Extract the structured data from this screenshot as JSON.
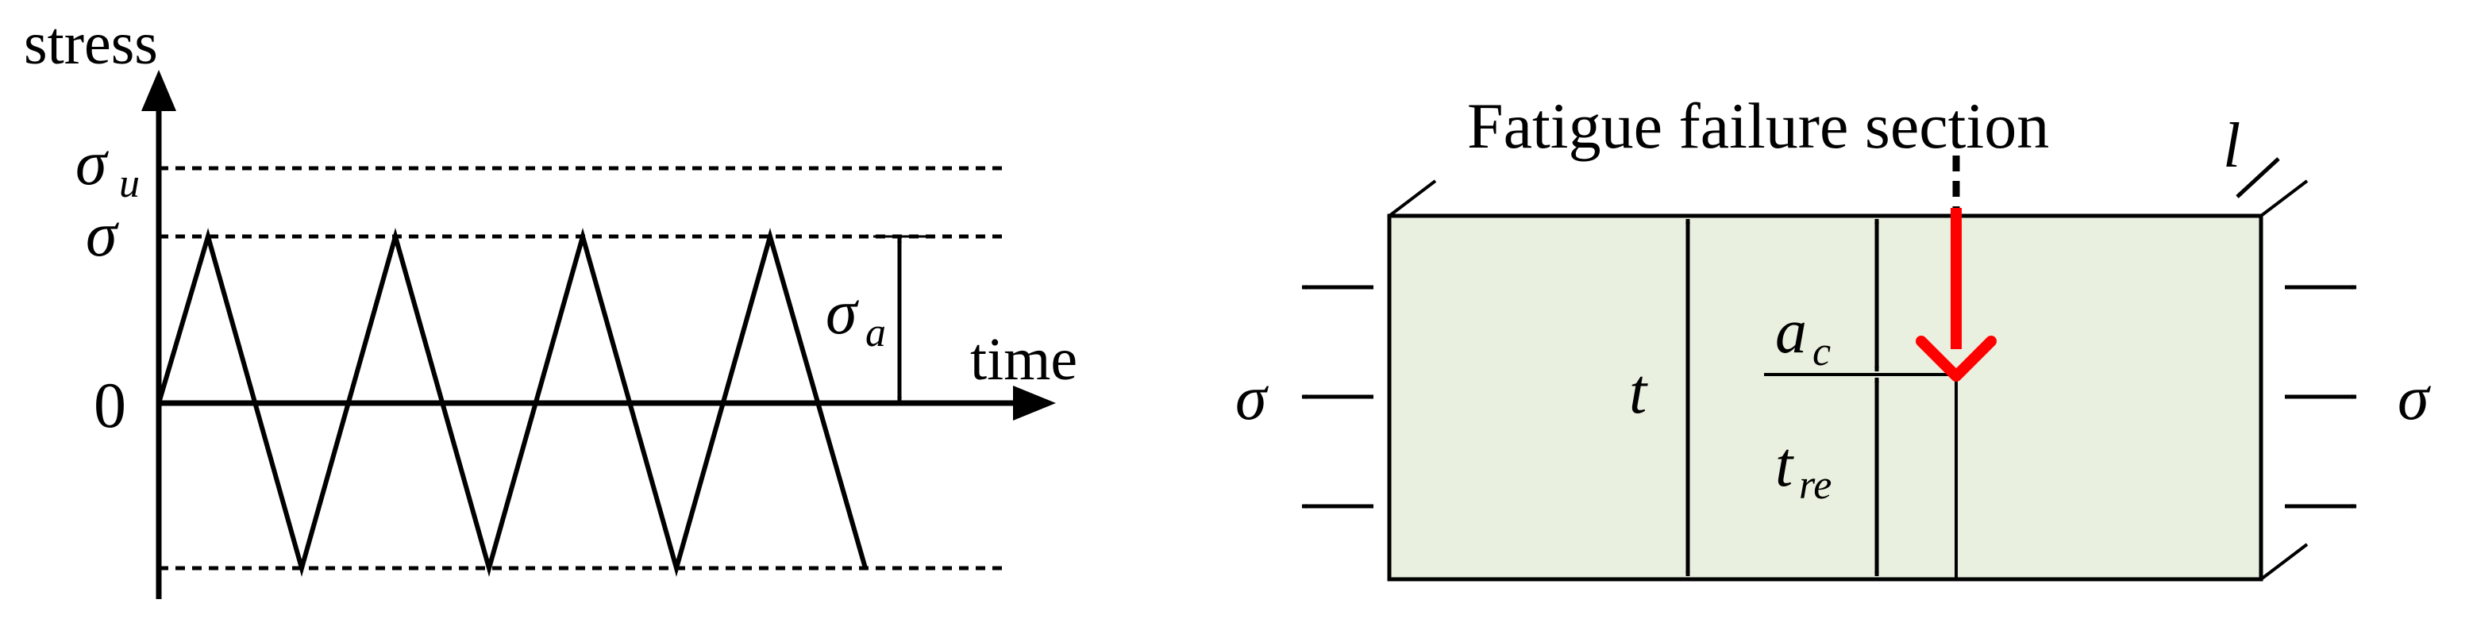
{
  "stress_plot": {
    "y_axis_label": "stress",
    "x_axis_label": "time",
    "origin_label": "0",
    "ultimate_symbol": "σ",
    "ultimate_subscript": "u",
    "peak_symbol": "σ",
    "amplitude_symbol": "σ",
    "amplitude_subscript": "a"
  },
  "specimen": {
    "title": "Fatigue failure section",
    "length_symbol": "l",
    "thickness_symbol": "t",
    "crack_symbol": "a",
    "crack_subscript": "c",
    "remaining_symbol": "t",
    "remaining_subscript": "re",
    "left_stress": "σ",
    "right_stress": "σ",
    "fill_color": "#e9f0df",
    "crack_color": "#ff0000"
  }
}
